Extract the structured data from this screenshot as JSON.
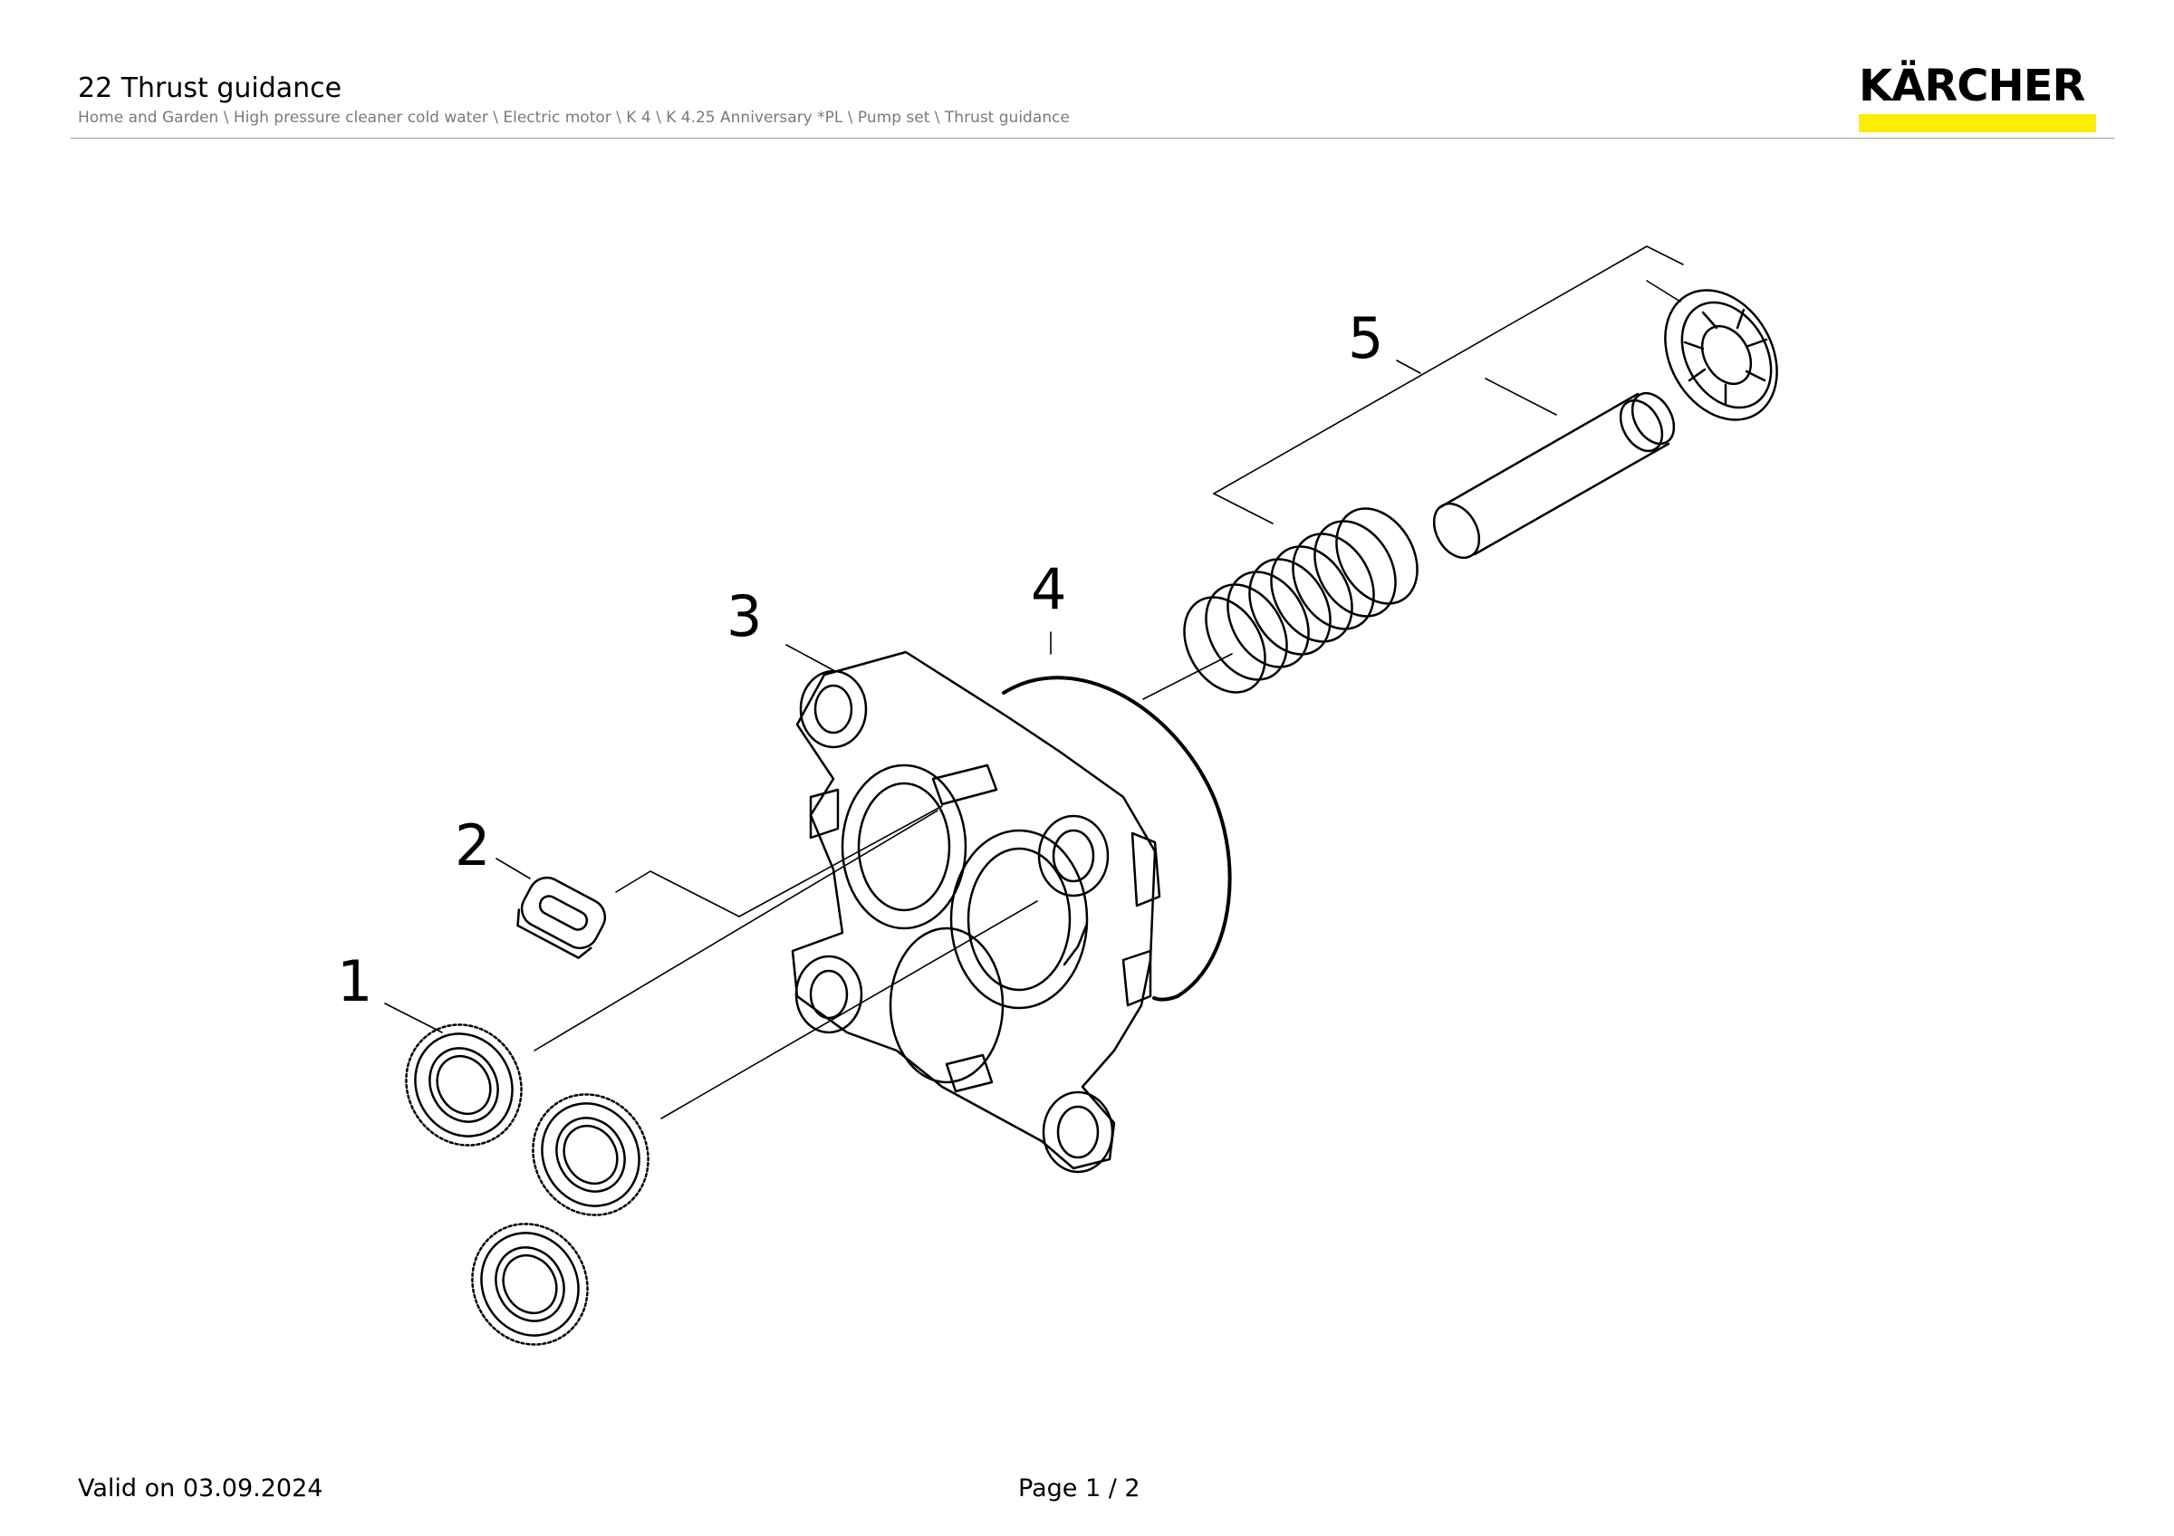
{
  "header": {
    "title": "22 Thrust guidance",
    "breadcrumb": "Home and Garden \\ High pressure cleaner cold water \\ Electric motor \\ K 4 \\ K 4.25 Anniversary *PL \\ Pump set \\ Thrust guidance"
  },
  "brand": {
    "logo_text": "KÄRCHER",
    "accent_color": "#ffed00"
  },
  "diagram": {
    "callouts": [
      "1",
      "2",
      "3",
      "4",
      "5"
    ]
  },
  "footer": {
    "valid_on": "Valid on 03.09.2024",
    "page": "Page 1 / 2"
  }
}
